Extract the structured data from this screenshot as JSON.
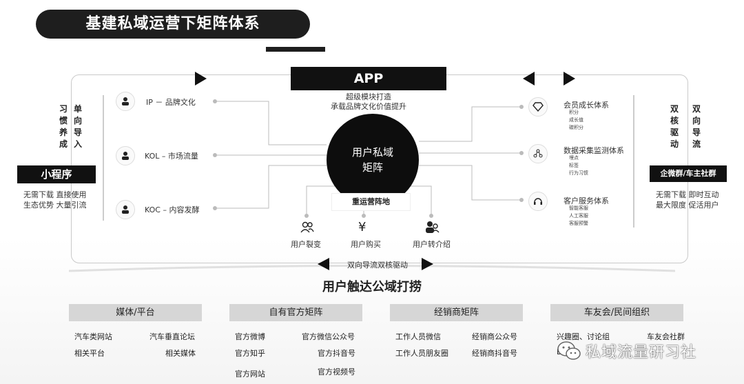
{
  "header": {
    "title": "基建私域运营下矩阵体系"
  },
  "app": {
    "label": "APP",
    "line1": "超级模块打造",
    "line2": "承载品牌文化价值提升"
  },
  "center": {
    "line1": "用户私域",
    "line2": "矩阵"
  },
  "ops": {
    "label": "重运营阵地"
  },
  "left_channels": [
    {
      "label": "IP － 品牌文化"
    },
    {
      "label": "KOL – 市场流量"
    },
    {
      "label": "KOC – 内容发酵"
    }
  ],
  "left_side": {
    "col1": [
      "习",
      "惯",
      "养",
      "成"
    ],
    "col2": [
      "单",
      "向",
      "导",
      "入"
    ],
    "label": "小程序",
    "desc1": "无需下载 直接使用",
    "desc2": "生态优势 大量引流"
  },
  "right_systems": [
    {
      "title": "会员成长体系",
      "items": [
        "积分",
        "成长值",
        "碳积分"
      ]
    },
    {
      "title": "数据采集监测体系",
      "items": [
        "埋点",
        "标签",
        "行为习惯"
      ]
    },
    {
      "title": "客户服务体系",
      "items": [
        "智能客服",
        "人工客服",
        "客服预警"
      ]
    }
  ],
  "right_side": {
    "col1": [
      "双",
      "核",
      "驱",
      "动"
    ],
    "col2": [
      "双",
      "向",
      "导",
      "流"
    ],
    "label": "企微群/车主社群",
    "desc1": "无需下载 即时互动",
    "desc2": "最大限度 促活用户"
  },
  "bottom_nodes": [
    {
      "label": "用户裂变"
    },
    {
      "label": "用户购买"
    },
    {
      "label": "用户转介绍"
    }
  ],
  "bottom_arrow_label": "双向导流双核驱动",
  "public_title": "用户触达公域打捞",
  "categories": [
    {
      "name": "媒体/平台",
      "items": [
        "汽车类网站",
        "汽车垂直论坛",
        "相关平台",
        "相关媒体"
      ]
    },
    {
      "name": "自有官方矩阵",
      "items": [
        "官方微博",
        "官方微信公众号",
        "官方知乎",
        "官方抖音号",
        "官方网站",
        "官方视频号"
      ]
    },
    {
      "name": "经销商矩阵",
      "items": [
        "工作人员微信",
        "经销商公众号",
        "工作人员朋友圈",
        "经销商抖音号"
      ]
    },
    {
      "name": "车友会/民间组织",
      "items": [
        "兴趣圈、讨论组",
        "车友会社群",
        "B"
      ]
    }
  ],
  "watermark": "私域流量研习社"
}
